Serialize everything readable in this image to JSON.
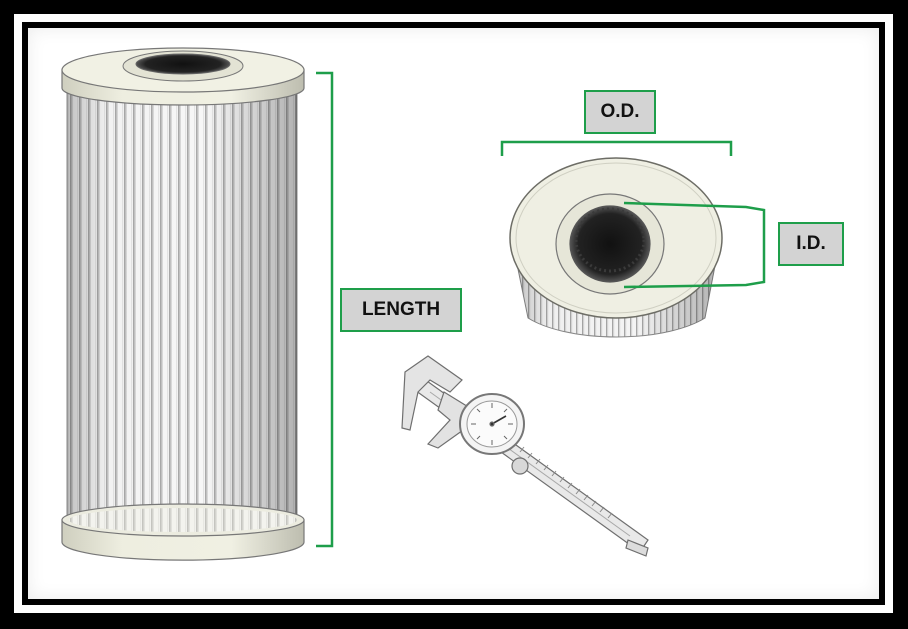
{
  "labels": {
    "length": "LENGTH",
    "od": "O.D.",
    "id": "I.D."
  },
  "colors": {
    "accent": "#1e9e4a",
    "label_bg": "#d3d3d3",
    "frame": "#000000",
    "filter_cap": "#efefe2",
    "pleat_light": "#f6f6f6",
    "pleat_dark": "#b9b9b9"
  },
  "icons": {
    "filter": "cylindrical-filter-cartridge-icon",
    "filter_end_view": "filter-end-view-icon",
    "caliper": "dial-caliper-icon"
  }
}
